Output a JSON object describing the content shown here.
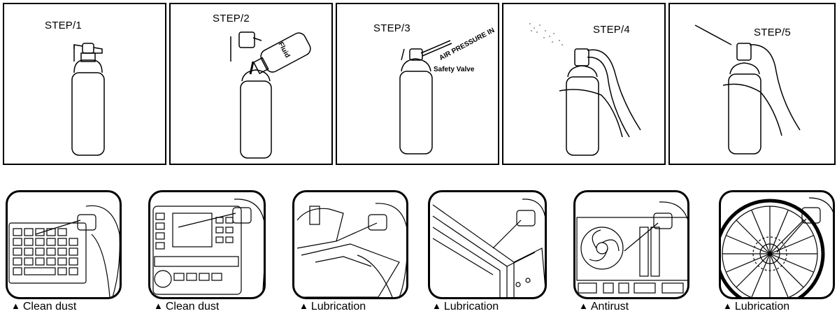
{
  "steps": [
    {
      "label": "STEP/1"
    },
    {
      "label": "STEP/2",
      "annotation": "Fluid"
    },
    {
      "label": "STEP/3",
      "annotation_air": "AIR PRESSURE IN",
      "annotation_valve": "Safety Valve"
    },
    {
      "label": "STEP/4"
    },
    {
      "label": "STEP/5"
    }
  ],
  "uses": [
    {
      "caption": "Clean dust",
      "scene": "keyboard"
    },
    {
      "caption": "Clean dust",
      "scene": "car-dashboard"
    },
    {
      "caption": "Lubrication",
      "scene": "sewing-machine"
    },
    {
      "caption": "Lubrication",
      "scene": "window-track"
    },
    {
      "caption": "Antirust",
      "scene": "computer-motherboard"
    },
    {
      "caption": "Lubrication",
      "scene": "bicycle-wheel"
    }
  ],
  "icons": {
    "caption_marker": "black-up-triangle-icon"
  }
}
